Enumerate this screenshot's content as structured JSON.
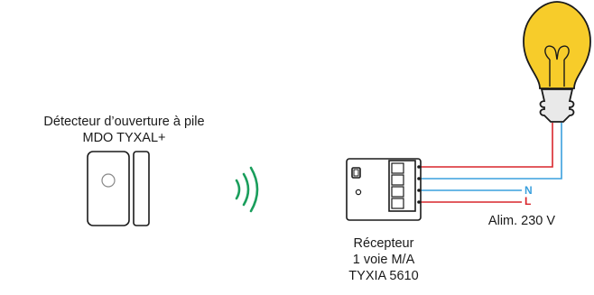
{
  "detector": {
    "title_line1": "Détecteur d’ouverture à pile",
    "title_line2": "MDO TYXAL+"
  },
  "receiver": {
    "line1": "Récepteur",
    "line2": "1 voie M/A",
    "line3": "TYXIA 5610"
  },
  "supply": {
    "label": "Alim. 230 V",
    "neutral_letter": "N",
    "live_letter": "L"
  },
  "colors": {
    "neutral_wire": "#3aa0dd",
    "live_wire": "#d9262c",
    "signal_waves": "#1a9e5c",
    "bulb_glass": "#f7cc2a",
    "outline": "#1a1a1a"
  },
  "icons": [
    "door-window-sensor-icon",
    "radio-waves-icon",
    "receiver-module-icon",
    "light-bulb-icon"
  ]
}
